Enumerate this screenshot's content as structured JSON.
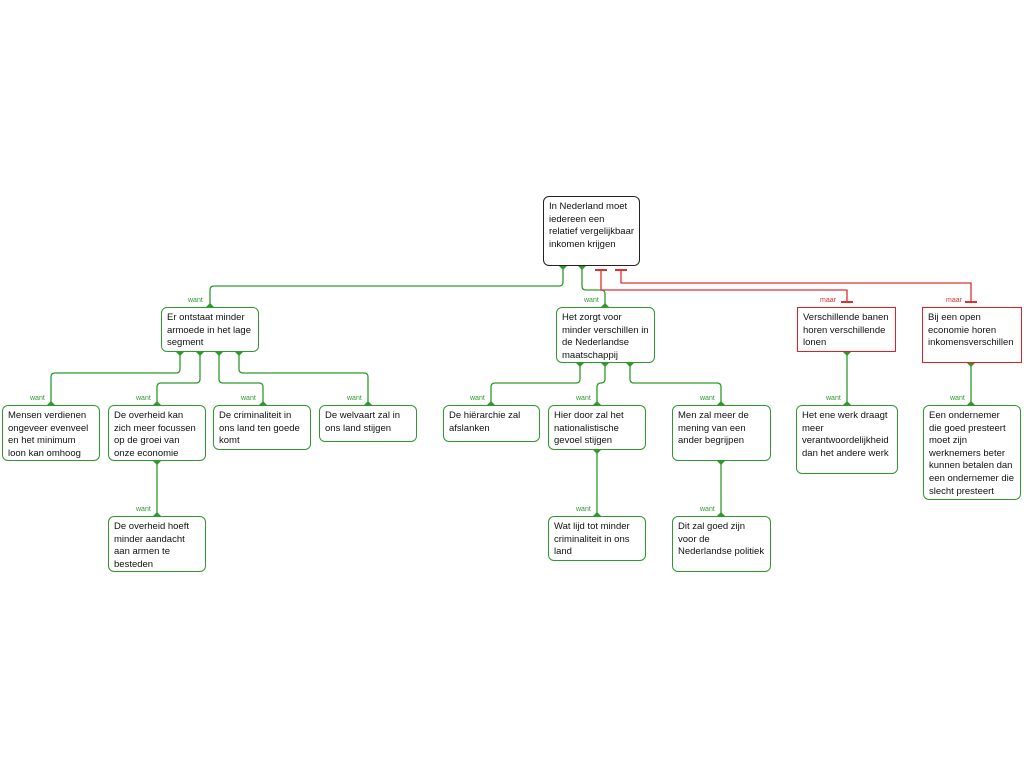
{
  "root": "In Nederland moet iedereen een relatief vergelijkbaar inkomen krijgen",
  "reasons": {
    "a": "Er ontstaat minder armoede in het lage segment",
    "a1": "Mensen verdienen ongeveer evenveel en het minimum loon kan omhoog",
    "a2": "De overheid kan zich meer focussen op de groei van onze economie",
    "a2a": "De overheid hoeft minder aandacht aan armen te besteden",
    "a3": "De criminaliteit in ons land ten goede komt",
    "a4": "De welvaart zal in ons land stijgen",
    "b": "Het zorgt voor minder verschillen in de Nederlandse maatschappij",
    "b1": "De hiërarchie zal afslanken",
    "b2": "Hier door zal het nationalistische gevoel stijgen",
    "b2a": "Wat lijd tot minder criminaliteit in ons land",
    "b3": "Men zal meer de mening van een ander begrijpen",
    "b3a": "Dit zal goed zijn voor de Nederlandse politiek"
  },
  "objections": {
    "c": "Verschillende banen horen verschillende lonen",
    "c1": "Het ene werk draagt meer verantwoordelijkheid dan het andere werk",
    "d": "Bij een open economie horen inkomensverschillen",
    "d1": "Een ondernemer die goed presteert moet zijn werknemers beter kunnen betalen dan een ondernemer die slecht presteert"
  },
  "labels": {
    "want": "want",
    "maar": "maar"
  },
  "colors": {
    "support": "#2e9a2e",
    "objection": "#e02020"
  }
}
